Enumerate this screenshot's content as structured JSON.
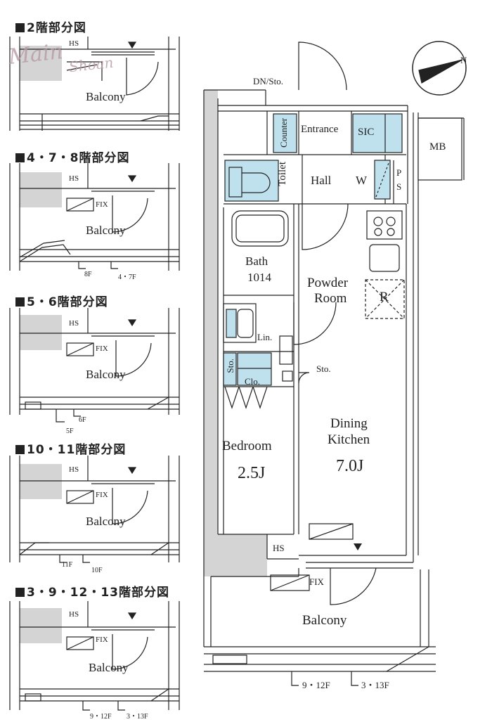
{
  "variants": [
    {
      "heading": "2階部分図",
      "labels": {
        "hs": "HS",
        "balcony": "Balcony"
      },
      "floors": []
    },
    {
      "heading": "4・7・8階部分図",
      "labels": {
        "hs": "HS",
        "fix": "FIX",
        "balcony": "Balcony"
      },
      "floors": [
        "8F",
        "4・7F"
      ]
    },
    {
      "heading": "5・6階部分図",
      "labels": {
        "hs": "HS",
        "fix": "FIX",
        "balcony": "Balcony"
      },
      "floors": [
        "6F",
        "5F"
      ]
    },
    {
      "heading": "10・11階部分図",
      "labels": {
        "hs": "HS",
        "fix": "FIX",
        "balcony": "Balcony"
      },
      "floors": [
        "11F",
        "10F"
      ]
    },
    {
      "heading": "3・9・12・13階部分図",
      "labels": {
        "hs": "HS",
        "fix": "FIX",
        "balcony": "Balcony"
      },
      "floors": [
        "9・12F",
        "3・13F"
      ]
    }
  ],
  "main": {
    "rooms": {
      "dn_sto": "DN/Sto.",
      "counter": "Counter",
      "entrance": "Entrance",
      "sic": "SIC",
      "mb": "MB",
      "toilet": "Toilet",
      "hall": "Hall",
      "w": "W",
      "ps_p": "P",
      "ps_s": "S",
      "bath": "Bath",
      "bath_size": "1014",
      "powder_1": "Powder",
      "powder_2": "Room",
      "r": "R",
      "lin": "Lin.",
      "sto": "Sto.",
      "sto_small": "Sto.",
      "clo": "Clo.",
      "dining_1": "Dining",
      "dining_2": "Kitchen",
      "dining_size": "7.0J",
      "bedroom": "Bedroom",
      "bedroom_size": "2.5J",
      "hs": "HS",
      "fix": "FIX",
      "balcony": "Balcony",
      "floor_a": "9・12F",
      "floor_b": "3・13F"
    },
    "compass": "N"
  },
  "colors": {
    "fixture_blue": "#bfe1ee",
    "wall_gray": "#d4d4d4",
    "line": "#222222"
  },
  "watermark": {
    "line1": "Main",
    "line2": "Shoan"
  }
}
